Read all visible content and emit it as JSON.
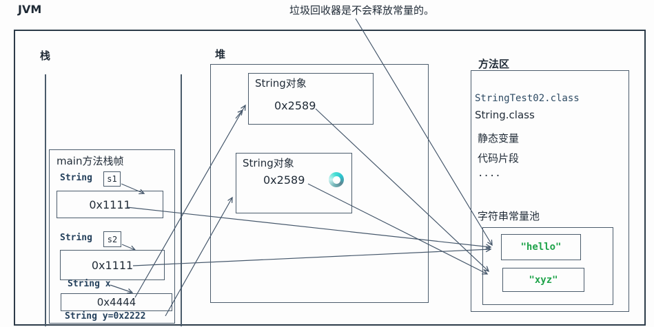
{
  "colors": {
    "line": "#44566a",
    "border": "#4a5b6b",
    "outer-border": "#2c3b49",
    "text": "#1f2a36",
    "code-text": "#24405c",
    "class-text": "#2d4a63",
    "string-green": "#1fa34a",
    "ring-cyan": "#3fe0cf"
  },
  "header": {
    "title": "JVM",
    "annotation": "垃圾回收器是不会释放常量的。"
  },
  "stack": {
    "label": "栈",
    "frame": {
      "title": "main方法栈帧",
      "s1": {
        "type": "String",
        "name": "s1",
        "value": "0x1111"
      },
      "s2": {
        "type": "String",
        "name": "s2",
        "value": "0x1111"
      },
      "x": {
        "label": "String x",
        "value": "0x4444"
      },
      "y": {
        "label": "String y=0x2222"
      }
    }
  },
  "heap": {
    "label": "堆",
    "obj1": {
      "title": "String对象",
      "value": "0x2589"
    },
    "obj2": {
      "title": "String对象",
      "value": "0x2589"
    }
  },
  "method_area": {
    "label": "方法区",
    "entries": [
      "StringTest02.class",
      "String.class",
      "静态变量",
      "代码片段",
      "...."
    ],
    "pool": {
      "label": "字符串常量池",
      "hello": "\"hello\"",
      "xyz": "\"xyz\""
    }
  }
}
